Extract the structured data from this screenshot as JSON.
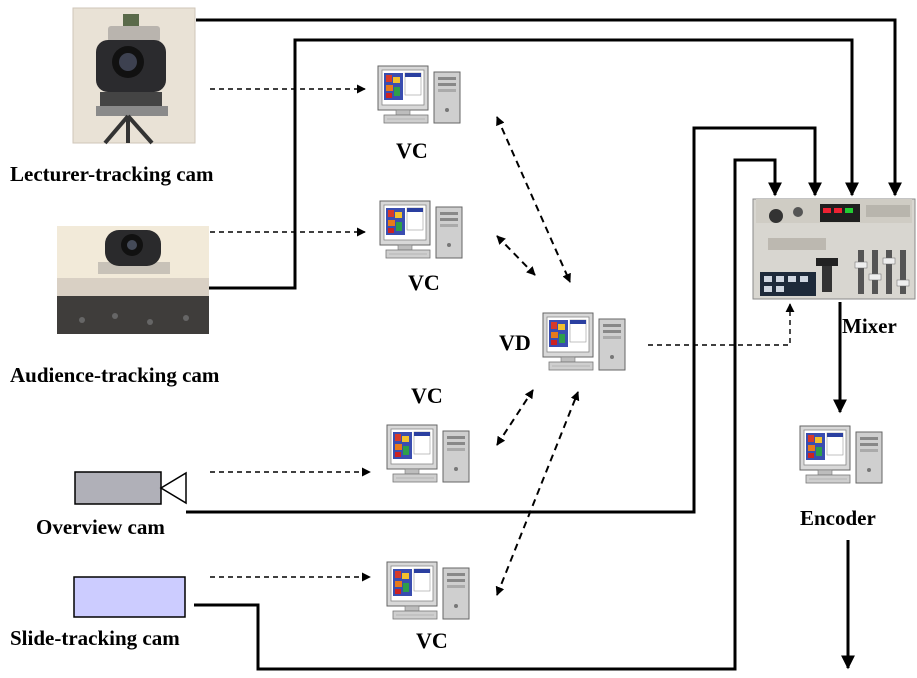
{
  "labels": {
    "lecturer_cam": "Lecturer-tracking cam",
    "audience_cam": "Audience-tracking cam",
    "overview_cam": "Overview cam",
    "slide_cam": "Slide-tracking cam",
    "vc": "VC",
    "vd": "VD",
    "mixer": "Mixer",
    "encoder": "Encoder"
  },
  "colors": {
    "overview_cam_fill": "#b0b0b8",
    "slide_cam_fill": "#ccccff",
    "line": "#000000"
  },
  "icons": {
    "computer": "computer-icon",
    "mixer": "mixer-icon",
    "camera": "camera-icon"
  }
}
